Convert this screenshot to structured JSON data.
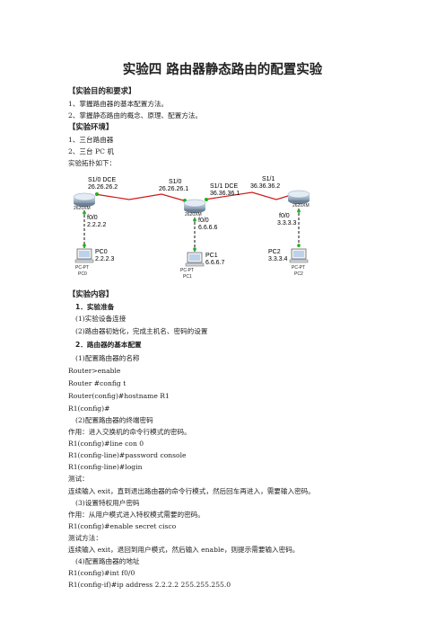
{
  "title": "实验四  路由器静态路由的配置实验",
  "s1": {
    "heading": "【实验目的和要求】",
    "l1": "1、掌握路由器的基本配置方法。",
    "l2": "2、掌握静态路由的概念、原理、配置方法。"
  },
  "s2": {
    "heading": "【实验环境】",
    "l1": "1、三台路由器",
    "l2": "2、三台 PC 机",
    "l3": "实验拓扑如下："
  },
  "topology": {
    "r0": {
      "model": "2620XM",
      "serial": "S1/0 DCE",
      "serial_ip": "26.26.26.2",
      "fa": "f0/0",
      "fa_ip": "2.2.2.2"
    },
    "r1": {
      "model": "2620XM",
      "serial_left": "S1/0",
      "serial_left_ip": "26.26.26.1",
      "serial_right": "S1/1 DCE",
      "serial_right_ip": "36.36.36.1",
      "fa": "f0/0",
      "fa_ip": "6.6.6.6"
    },
    "r2": {
      "model": "2620XM",
      "serial": "S1/1",
      "serial_ip": "36.36.36.2",
      "fa": "f0/0",
      "fa_ip": "3.3.3.3"
    },
    "pc0": {
      "name": "PC0",
      "ip": "2.2.2.3",
      "type": "PC-PT",
      "label": "PC0"
    },
    "pc1": {
      "name": "PC1",
      "ip": "6.6.6.7",
      "type": "PC-PT",
      "label": "PC1"
    },
    "pc2": {
      "name": "PC2",
      "ip": "3.3.3.4",
      "type": "PC-PT",
      "label": "PC2"
    }
  },
  "s3": {
    "heading": "【实验内容】",
    "sub1": "1．实验准备",
    "p1": "(1)实验设备连接",
    "p2": "(2)路由器初始化，完成主机名、密码的设置",
    "sub2": "2．路由器的基本配置",
    "p3": "(1)配置路由器的名称",
    "c1": "Router>enable",
    "c2": "Router #config t",
    "c3": "Router(config)#hostname R1",
    "c4": "R1(config)#",
    "p4": "(2)配置路由器的终端密码",
    "p5": "作用：进入交换机的命令行模式的密码。",
    "c5": "R1(config)#line con 0",
    "c6": "R1(config-line)#password console",
    "c7": "R1(config-line)#login",
    "p6": "测试：",
    "p7": "连续输入 exit，直到退出路由器的命令行模式，然后回车再进入，需要输入密码。",
    "p8": "(3)设置特权用户密码",
    "p9": "作用：从用户模式进入特权模式需要的密码。",
    "c8": "R1(config)#enable secret cisco",
    "p10": "测试方法：",
    "p11": "连续输入 exit，退回到用户模式，然后输入 enable，则提示需要输入密码。",
    "p12": "(4)配置路由器的地址",
    "c9": "R1(config)#int f0/0",
    "c10": "R1(config-if)#ip address 2.2.2.2 255.255.255.0"
  }
}
